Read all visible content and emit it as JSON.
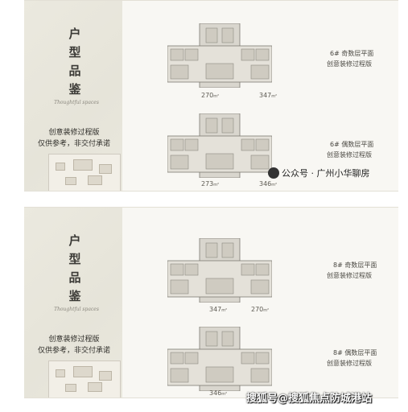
{
  "panels": [
    {
      "title_chars": [
        "户",
        "型",
        "品",
        "鉴"
      ],
      "script_text": "Thoughtful spaces",
      "note_line1": "创意装修过程版",
      "note_line2": "仅供参考，非交付承诺",
      "plans": [
        {
          "name": "6# 奇数层平面",
          "sub": "创意装修过程版",
          "size_a": "270",
          "size_b": "347",
          "unit": "m²"
        },
        {
          "name": "6# 偶数层平面",
          "sub": "创意装修过程版",
          "size_a": "273",
          "size_b": "346",
          "unit": "m²"
        }
      ]
    },
    {
      "title_chars": [
        "户",
        "型",
        "品",
        "鉴"
      ],
      "script_text": "Thoughtful spaces",
      "note_line1": "创意装修过程版",
      "note_line2": "仅供参考，非交付承诺",
      "plans": [
        {
          "name": "8# 奇数层平面",
          "sub": "创意装修过程版",
          "size_a": "347",
          "size_b": "270",
          "unit": "m²"
        },
        {
          "name": "8# 偶数层平面",
          "sub": "创意装修过程版",
          "size_a": "346",
          "size_b": "",
          "unit": "m²"
        }
      ]
    }
  ],
  "watermark_top": "公众号 · 广州小华聊房",
  "watermark_bottom": "搜狐号@搜狐焦点防城港站"
}
